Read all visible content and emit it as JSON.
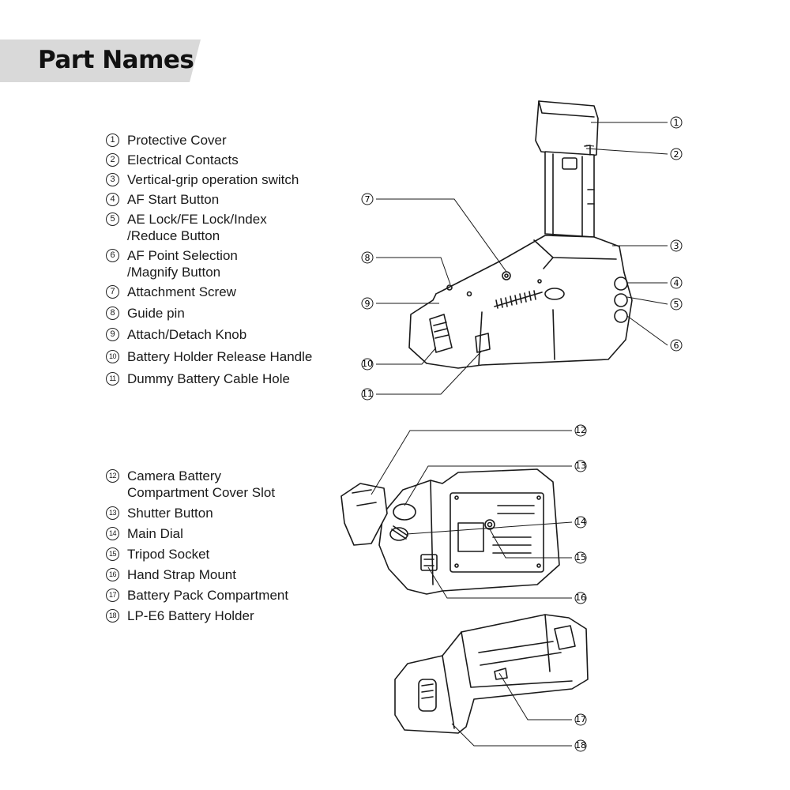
{
  "title": "Part Names",
  "legend_top": [
    {
      "num": "1",
      "label": "Protective Cover"
    },
    {
      "num": "2",
      "label": "Electrical Contacts"
    },
    {
      "num": "3",
      "label": "Vertical-grip operation switch"
    },
    {
      "num": "4",
      "label": "AF Start Button"
    },
    {
      "num": "5",
      "label": "AE Lock/FE Lock/Index\n/Reduce Button"
    },
    {
      "num": "6",
      "label": "AF Point Selection\n/Magnify Button"
    },
    {
      "num": "7",
      "label": "Attachment Screw"
    },
    {
      "num": "8",
      "label": "Guide pin"
    },
    {
      "num": "9",
      "label": "Attach/Detach Knob"
    },
    {
      "num": "10",
      "label": "Battery Holder Release Handle"
    },
    {
      "num": "11",
      "label": "Dummy Battery Cable Hole"
    }
  ],
  "legend_bottom": [
    {
      "num": "12",
      "label": "Camera Battery\nCompartment Cover Slot"
    },
    {
      "num": "13",
      "label": "Shutter Button"
    },
    {
      "num": "14",
      "label": "Main Dial"
    },
    {
      "num": "15",
      "label": "Tripod Socket"
    },
    {
      "num": "16",
      "label": "Hand Strap Mount"
    },
    {
      "num": "17",
      "label": "Battery Pack Compartment"
    },
    {
      "num": "18",
      "label": "LP-E6 Battery Holder"
    }
  ],
  "callouts": [
    "1",
    "2",
    "3",
    "4",
    "5",
    "6",
    "7",
    "8",
    "9",
    "10",
    "11",
    "12",
    "13",
    "14",
    "15",
    "16",
    "17",
    "18"
  ],
  "colors": {
    "title_band": "#d9d9d9",
    "ink": "#1a1a1a"
  }
}
